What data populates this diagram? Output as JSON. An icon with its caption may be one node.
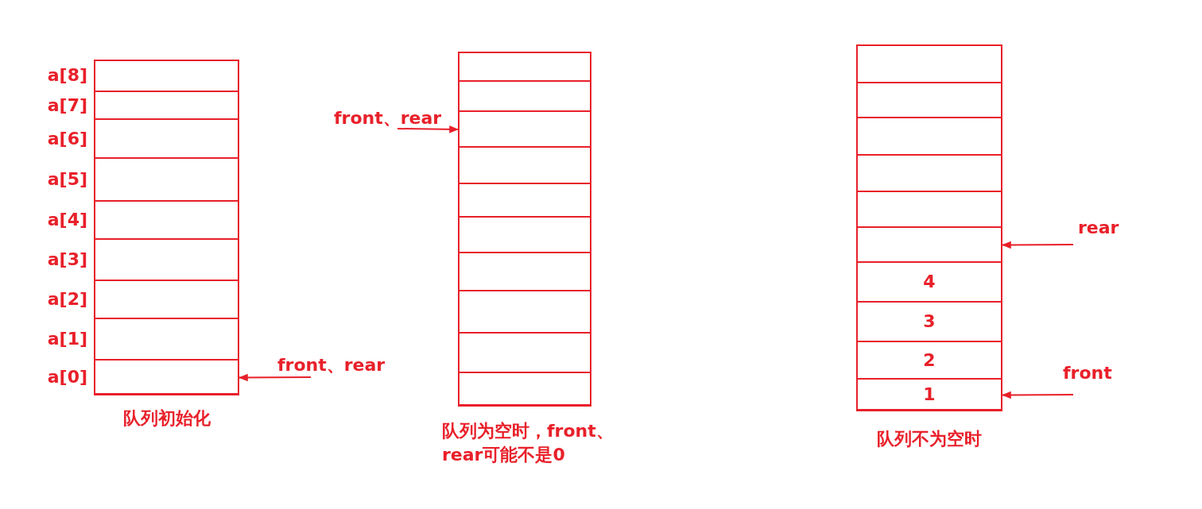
{
  "diagram": {
    "nodes": [
      {
        "text": [],
        "shape": "box",
        "beside": [
          "队列初始化"
        ]
      },
      {
        "text": [],
        "shape": "box",
        "in": 0,
        "beside": [
          "a[8]"
        ]
      },
      {
        "text": [],
        "shape": "box",
        "in": 0,
        "beside": [
          "a[7]"
        ]
      },
      {
        "text": [],
        "shape": "box",
        "in": 0,
        "beside": [
          "a[6]"
        ]
      },
      {
        "text": [],
        "shape": "box",
        "in": 0,
        "beside": [
          "a[5]"
        ]
      },
      {
        "text": [],
        "shape": "box",
        "in": 0,
        "beside": [
          "a[4]"
        ]
      },
      {
        "text": [],
        "shape": "box",
        "in": 0,
        "beside": [
          "a[3]"
        ]
      },
      {
        "text": [],
        "shape": "box",
        "in": 0,
        "beside": [
          "a[2]"
        ]
      },
      {
        "text": [],
        "shape": "box",
        "in": 0,
        "beside": [
          "a[1]"
        ]
      },
      {
        "text": [],
        "shape": "box",
        "in": 0,
        "beside": [
          "a[0]"
        ]
      },
      {
        "text": [
          "front、rear"
        ]
      },
      {
        "text": [],
        "shape": "box",
        "beside": [
          "队列为空时，front、rear可能不是0"
        ]
      },
      {
        "text": [],
        "shape": "box",
        "in": 11
      },
      {
        "text": [],
        "shape": "box",
        "in": 11
      },
      {
        "text": [],
        "shape": "box",
        "in": 11
      },
      {
        "text": [],
        "shape": "box",
        "in": 11
      },
      {
        "text": [],
        "shape": "box",
        "in": 11
      },
      {
        "text": [],
        "shape": "box",
        "in": 11
      },
      {
        "text": [],
        "shape": "box",
        "in": 11
      },
      {
        "text": [],
        "shape": "box",
        "in": 11
      },
      {
        "text": [],
        "shape": "box",
        "in": 11
      },
      {
        "text": [],
        "shape": "box",
        "in": 11
      },
      {
        "text": [
          "front、rear"
        ]
      },
      {
        "text": [],
        "shape": "box",
        "beside": [
          "队列不为空时"
        ]
      },
      {
        "text": [],
        "shape": "box",
        "in": 23
      },
      {
        "text": [],
        "shape": "box",
        "in": 23
      },
      {
        "text": [],
        "shape": "box",
        "in": 23
      },
      {
        "text": [],
        "shape": "box",
        "in": 23
      },
      {
        "text": [],
        "shape": "box",
        "in": 23
      },
      {
        "text": [],
        "shape": "box",
        "in": 23
      },
      {
        "text": [
          "4"
        ],
        "in": 23
      },
      {
        "text": [
          "3"
        ],
        "in": 23
      },
      {
        "text": [
          "2"
        ],
        "in": 23
      },
      {
        "text": [
          "1"
        ],
        "in": 23
      },
      {
        "text": [
          "rear"
        ]
      },
      {
        "text": [
          "front"
        ]
      }
    ],
    "edges": [
      {
        "from": 10,
        "to": 9,
        "arrow": "to"
      },
      {
        "from": 22,
        "to": 14,
        "arrow": "to"
      },
      {
        "from": 34,
        "to": 29,
        "arrow": "to"
      },
      {
        "from": 35,
        "to": 33,
        "arrow": "to"
      }
    ]
  }
}
